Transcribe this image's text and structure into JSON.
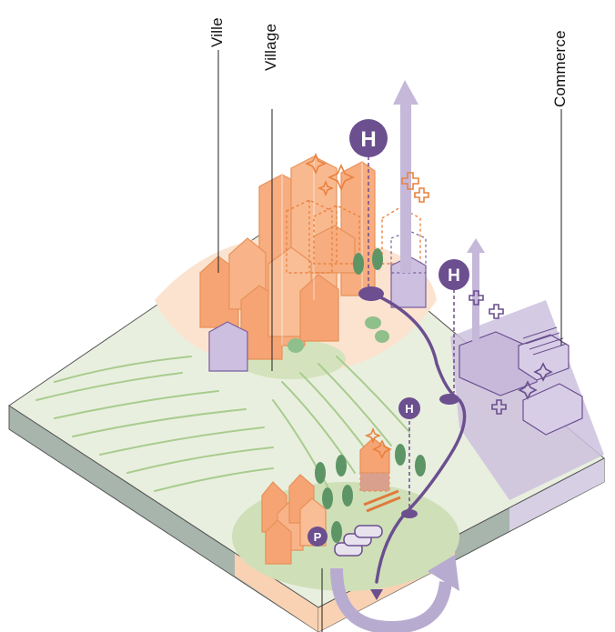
{
  "labels": {
    "ville": "Ville",
    "village": "Village",
    "commerce": "Commerce"
  },
  "markers": {
    "hospital": "H",
    "parking": "P"
  },
  "colors": {
    "city_orange": "#f6a878",
    "city_orange_dark": "#e07a3c",
    "lavender": "#cbbfdc",
    "purple": "#6b4f8f",
    "ground_green": "#e6ecd8",
    "side_grey": "#9eaea7",
    "side_orange": "#fad3b4",
    "tree_green": "#4f8a5a"
  }
}
